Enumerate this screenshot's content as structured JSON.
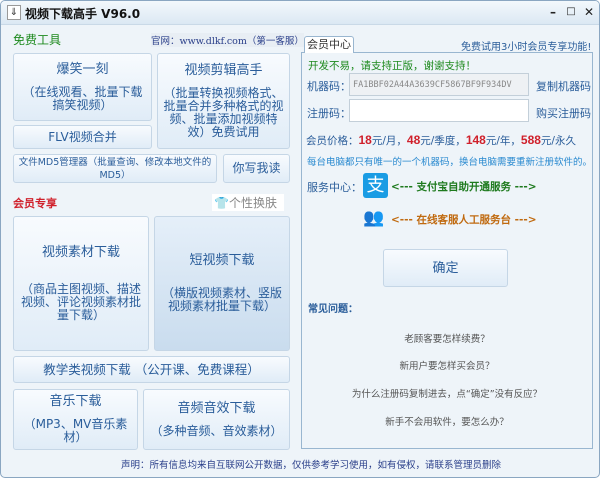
{
  "window": {
    "title": "视频下载高手  V96.0",
    "min": "–",
    "max": "□",
    "close": "✕",
    "app_icon": "download-arrow-icon"
  },
  "free": {
    "heading": "免费工具",
    "website": "官网：www.dlkf.com（第一客服）",
    "buttons": [
      {
        "title": "爆笑一刻",
        "desc": "（在线观看、批量下载搞笑视频）"
      },
      {
        "title": "视频剪辑高手",
        "desc": "（批量转换视频格式、批量合并多种格式的视频、批量添加视频特效）免费试用"
      },
      {
        "title": "FLV视频合并"
      },
      {
        "title": "文件MD5管理器（批量查询、修改本地文件的MD5）"
      },
      {
        "title": "你写我读"
      }
    ]
  },
  "member": {
    "heading": "会员专享",
    "skin": "个性换肤",
    "buttons": [
      {
        "title": "视频素材下载",
        "desc": "（商品主图视频、描述视频、评论视频素材批量下载）"
      },
      {
        "title": "短视频下载",
        "desc": "（横版视频素材、竖版视频素材批量下载）"
      },
      {
        "title": "教学类视频下载 （公开课、免费课程）"
      },
      {
        "title": "音乐下载",
        "desc": "（MP3、MV音乐素材）"
      },
      {
        "title": "音频音效下载",
        "desc": "（多种音频、音效素材）"
      }
    ]
  },
  "footer": "声明：所有信息均来自互联网公开数据，仅供参考学习使用，如有侵权，请联系管理员删除",
  "center": {
    "tab": "会员中心",
    "trial": "免费试用3小时会员专享功能!",
    "support": "开发不易，请支持正版，谢谢支持！",
    "machine_label": "机器码：",
    "machine_value": "FA1BBF02A44A3639CF5867BF9F934DV",
    "copy": "复制机器码",
    "reg_label": "注册码：",
    "reg_value": "",
    "buy": "购买注册码",
    "price_label": "会员价格：",
    "prices": [
      {
        "amount": "18",
        "unit": "元/月，"
      },
      {
        "amount": "48",
        "unit": "元/季度，"
      },
      {
        "amount": "148",
        "unit": "元/年，"
      },
      {
        "amount": "588",
        "unit": "元/永久"
      }
    ],
    "note": "每台电脑都只有唯一的一个机器码，换台电脑需要重新注册软件的。",
    "service_label": "服务中心：",
    "alipay": "<---  支付宝自助开通服务  --->",
    "online": "<---  在线客服人工服务台  --->",
    "ok": "确定",
    "faq_label": "常见问题：",
    "faqs": [
      "老顾客要怎样续费？",
      "新用户要怎样买会员？",
      "为什么注册码复制进去，点“确定”没有反应？",
      "新手不会用软件，要怎么办？"
    ]
  },
  "colors": {
    "green": "#1e8a1e",
    "red": "#d0202b",
    "blue": "#2a5d9a",
    "alipay": "#1a9ce4",
    "orange": "#c06a10"
  }
}
